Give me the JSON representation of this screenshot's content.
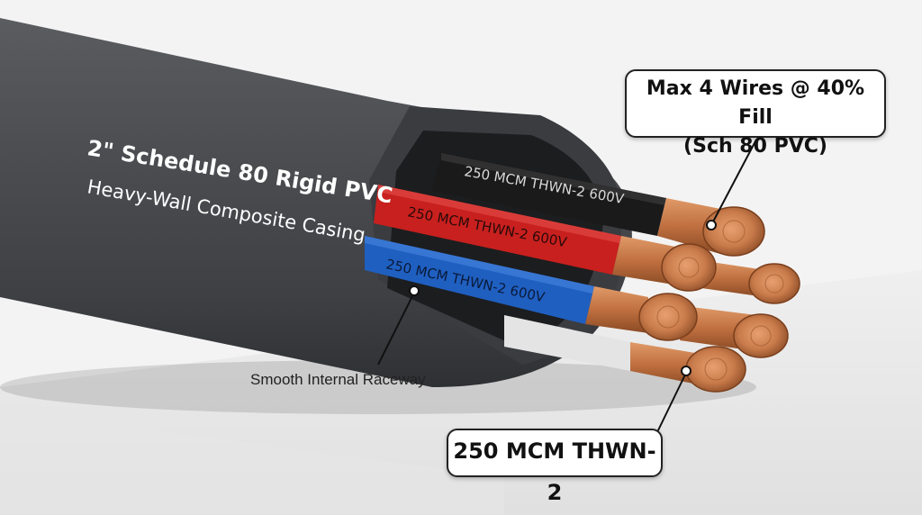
{
  "casing": {
    "title": "2\" Schedule 80 Rigid PVC",
    "subtitle": "Heavy-Wall Composite Casing"
  },
  "wires": [
    {
      "name": "black-wire",
      "label": "250 MCM THWN-2  600V",
      "color": "#1a1a1a",
      "text_color": "#d8d8d8"
    },
    {
      "name": "red-wire",
      "label": "250 MCM THWN-2  600V",
      "color": "#c8201e",
      "text_color": "#2a0a0a"
    },
    {
      "name": "blue-wire",
      "label": "250 MCM THWN-2  600V",
      "color": "#1f5fc0",
      "text_color": "#0a1a3a"
    },
    {
      "name": "white-wire",
      "label": "",
      "color": "#e6e6e6",
      "text_color": "#333333"
    }
  ],
  "callouts": {
    "fill_line1": "Max 4 Wires @ 40% Fill",
    "fill_line2": "(Sch 80 PVC)",
    "wire_type": "250 MCM THWN-2",
    "raceway": "Smooth Internal Raceway"
  },
  "colors": {
    "pvc": "#4a4c50",
    "copper": "#c87a4a",
    "background": "#f2f2f2"
  }
}
